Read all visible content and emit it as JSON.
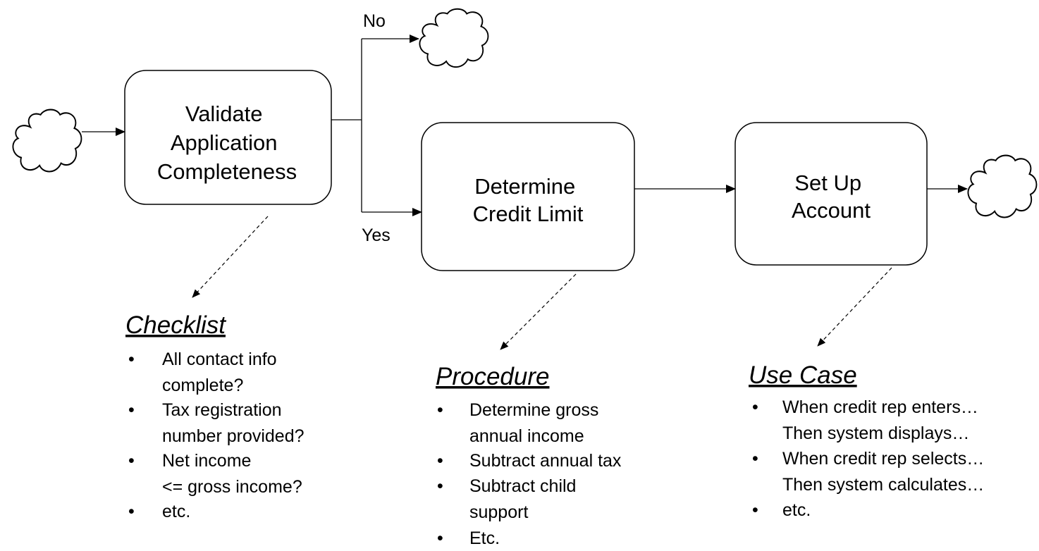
{
  "diagram": {
    "type": "process-flow",
    "colors": {
      "stroke": "#000000",
      "background": "#ffffff",
      "text": "#000000"
    },
    "boxes": [
      {
        "id": "validate",
        "lines": [
          "Validate",
          "Application",
          "Completeness"
        ]
      },
      {
        "id": "determine",
        "lines": [
          "Determine",
          "Credit Limit"
        ]
      },
      {
        "id": "setup",
        "lines": [
          "Set Up",
          "Account"
        ]
      }
    ],
    "branches": {
      "no": "No",
      "yes": "Yes"
    },
    "notes": [
      {
        "id": "checklist",
        "title": "Checklist",
        "bullet": "•",
        "items": [
          [
            "All contact info",
            "complete?"
          ],
          [
            "Tax registration",
            "number provided?"
          ],
          [
            "Net income",
            "<= gross income?"
          ],
          [
            "etc."
          ]
        ]
      },
      {
        "id": "procedure",
        "title": "Procedure",
        "bullet": "•",
        "items": [
          [
            "Determine gross",
            "annual income"
          ],
          [
            "Subtract annual tax"
          ],
          [
            "Subtract child",
            "support"
          ],
          [
            "Etc."
          ]
        ]
      },
      {
        "id": "usecase",
        "title": "Use Case",
        "bullet": "•",
        "items": [
          [
            "When credit rep enters…",
            "Then system displays…"
          ],
          [
            "When credit rep selects…",
            "Then system calculates…"
          ],
          [
            "etc."
          ]
        ]
      }
    ],
    "clouds": [
      "start-cloud",
      "no-end-cloud",
      "end-cloud"
    ]
  }
}
